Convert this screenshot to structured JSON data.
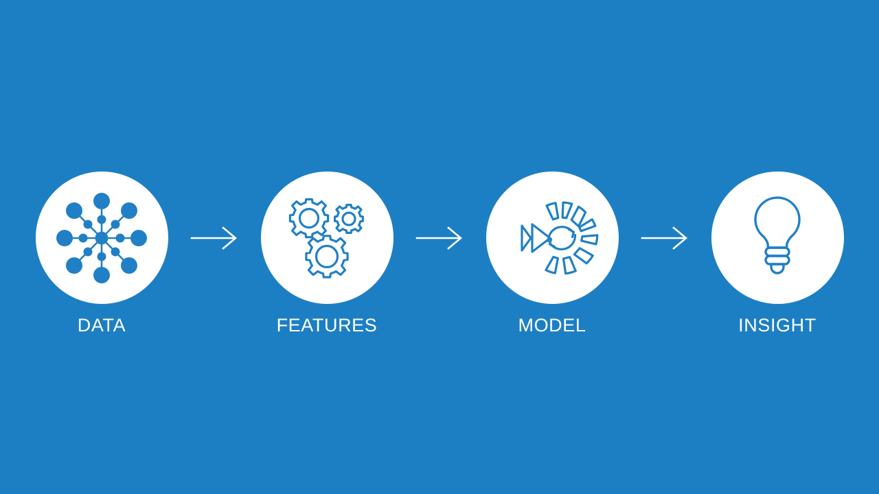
{
  "slide": {
    "background_color": "#1d7fc3",
    "icon_color": "#2180c5",
    "disc_color": "#ffffff",
    "label_color": "#ffffff",
    "arrow_color": "#ffffff"
  },
  "pipeline": {
    "stages": [
      {
        "label": "DATA",
        "icon": "network-nodes-icon"
      },
      {
        "label": "FEATURES",
        "icon": "gears-icon"
      },
      {
        "label": "MODEL",
        "icon": "model-wheel-icon"
      },
      {
        "label": "INSIGHT",
        "icon": "lightbulb-icon"
      }
    ],
    "connectors": [
      {
        "icon": "arrow-right-icon"
      },
      {
        "icon": "arrow-right-icon"
      },
      {
        "icon": "arrow-right-icon"
      }
    ]
  }
}
